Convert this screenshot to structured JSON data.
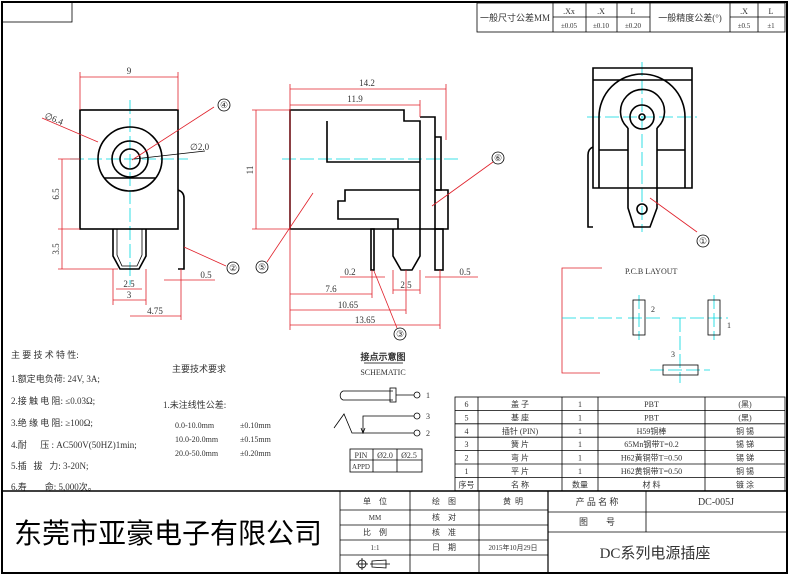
{
  "tolerance_header": {
    "general_dim_label": "一般尺寸公差MM",
    "cols": [
      ".Xx",
      ".X",
      "L"
    ],
    "vals": [
      "±0.05",
      "±0.10",
      "±0.20"
    ],
    "angle_label": "一般精度公差(°)",
    "angle_cols": [
      ".X",
      "L"
    ],
    "angle_vals": [
      "±0.5",
      "±1"
    ]
  },
  "front_view": {
    "dims": {
      "width": "9",
      "outer_dia": "∅6.4",
      "inner_dia": "∅2.0",
      "h1": "6.5",
      "h2": "3.5",
      "pin_w": "2.5",
      "pin_w2": "3",
      "offset": "4.75",
      "tab": "0.5"
    },
    "callouts": [
      "④",
      "②"
    ]
  },
  "side_view": {
    "dims": {
      "total": "14.2",
      "body": "11.9",
      "height": "11",
      "pin_t": "0.2",
      "tab": "0.5",
      "d1": "7.6",
      "pin_w": "2.5",
      "d2": "10.65",
      "d3": "13.65"
    },
    "callouts": [
      "⑤",
      "⑥",
      "③"
    ]
  },
  "back_view": {
    "callouts": [
      "①"
    ]
  },
  "pcb_layout": {
    "title": "P.C.B LAYOUT",
    "pads": [
      "1",
      "2",
      "3"
    ]
  },
  "schematic": {
    "title_cn": "接点示意图",
    "title_en": "SCHEMATIC",
    "terminals": [
      "1",
      "3",
      "2"
    ],
    "pin_table": {
      "headers": [
        "PIN",
        "Ø2.0",
        "Ø2.5"
      ],
      "row_label": "APPD"
    }
  },
  "specs": {
    "heading": "主 要 技 术 特 性:",
    "items": [
      "1.额定电负荷: 24V, 3A;",
      "2.接 触 电 阻: ≤0.03Ω;",
      "3.绝 缘 电 阻: ≥100Ω;",
      "4.耐      压 : AC500V(50HZ)1min;",
      "5.插   拔   力: 3-20N;",
      "6.寿        命: 5,000次。"
    ]
  },
  "requirements": {
    "heading": "主要技术要求",
    "item": "1.未注线性公差:",
    "ranges": [
      {
        "range": "0.0-10.0mm",
        "tol": "±0.10mm"
      },
      {
        "range": "10.0-20.0mm",
        "tol": "±0.15mm"
      },
      {
        "range": "20.0-50.0mm",
        "tol": "±0.20mm"
      }
    ]
  },
  "bom": {
    "headers": [
      "序号",
      "名 称",
      "数量",
      "材  料",
      "镀  涂"
    ],
    "rows": [
      [
        "6",
        "盖    子",
        "1",
        "PBT",
        "(黑)"
      ],
      [
        "5",
        "基    座",
        "1",
        "PBT",
        "(黑)"
      ],
      [
        "4",
        "插针 (PIN)",
        "1",
        "H59铜棒",
        "铜 锡"
      ],
      [
        "3",
        "簧    片",
        "1",
        "65Mn钢带T=0.2",
        "锡 锑"
      ],
      [
        "2",
        "弯    片",
        "1",
        "H62黄铜带T=0.50",
        "锡 锑"
      ],
      [
        "1",
        "平    片",
        "1",
        "H62黄铜带T=0.50",
        "铜 锡"
      ]
    ]
  },
  "title_block": {
    "company": "东莞市亚豪电子有限公司",
    "unit_label": "单    位",
    "unit_value": "MM",
    "scale_label": "比    例",
    "scale_value": "1:1",
    "drawn_label": "绘    图",
    "drawn_value": "黄  明",
    "checked_label": "核    对",
    "approved_label": "核    准",
    "date_label": "日    期",
    "date_value": "2015年10月29日",
    "product_name_label": "产 品 名 称",
    "product_name_value": "DC-005J",
    "drawing_no_label": "图        号",
    "title": "DC系列电源插座"
  }
}
